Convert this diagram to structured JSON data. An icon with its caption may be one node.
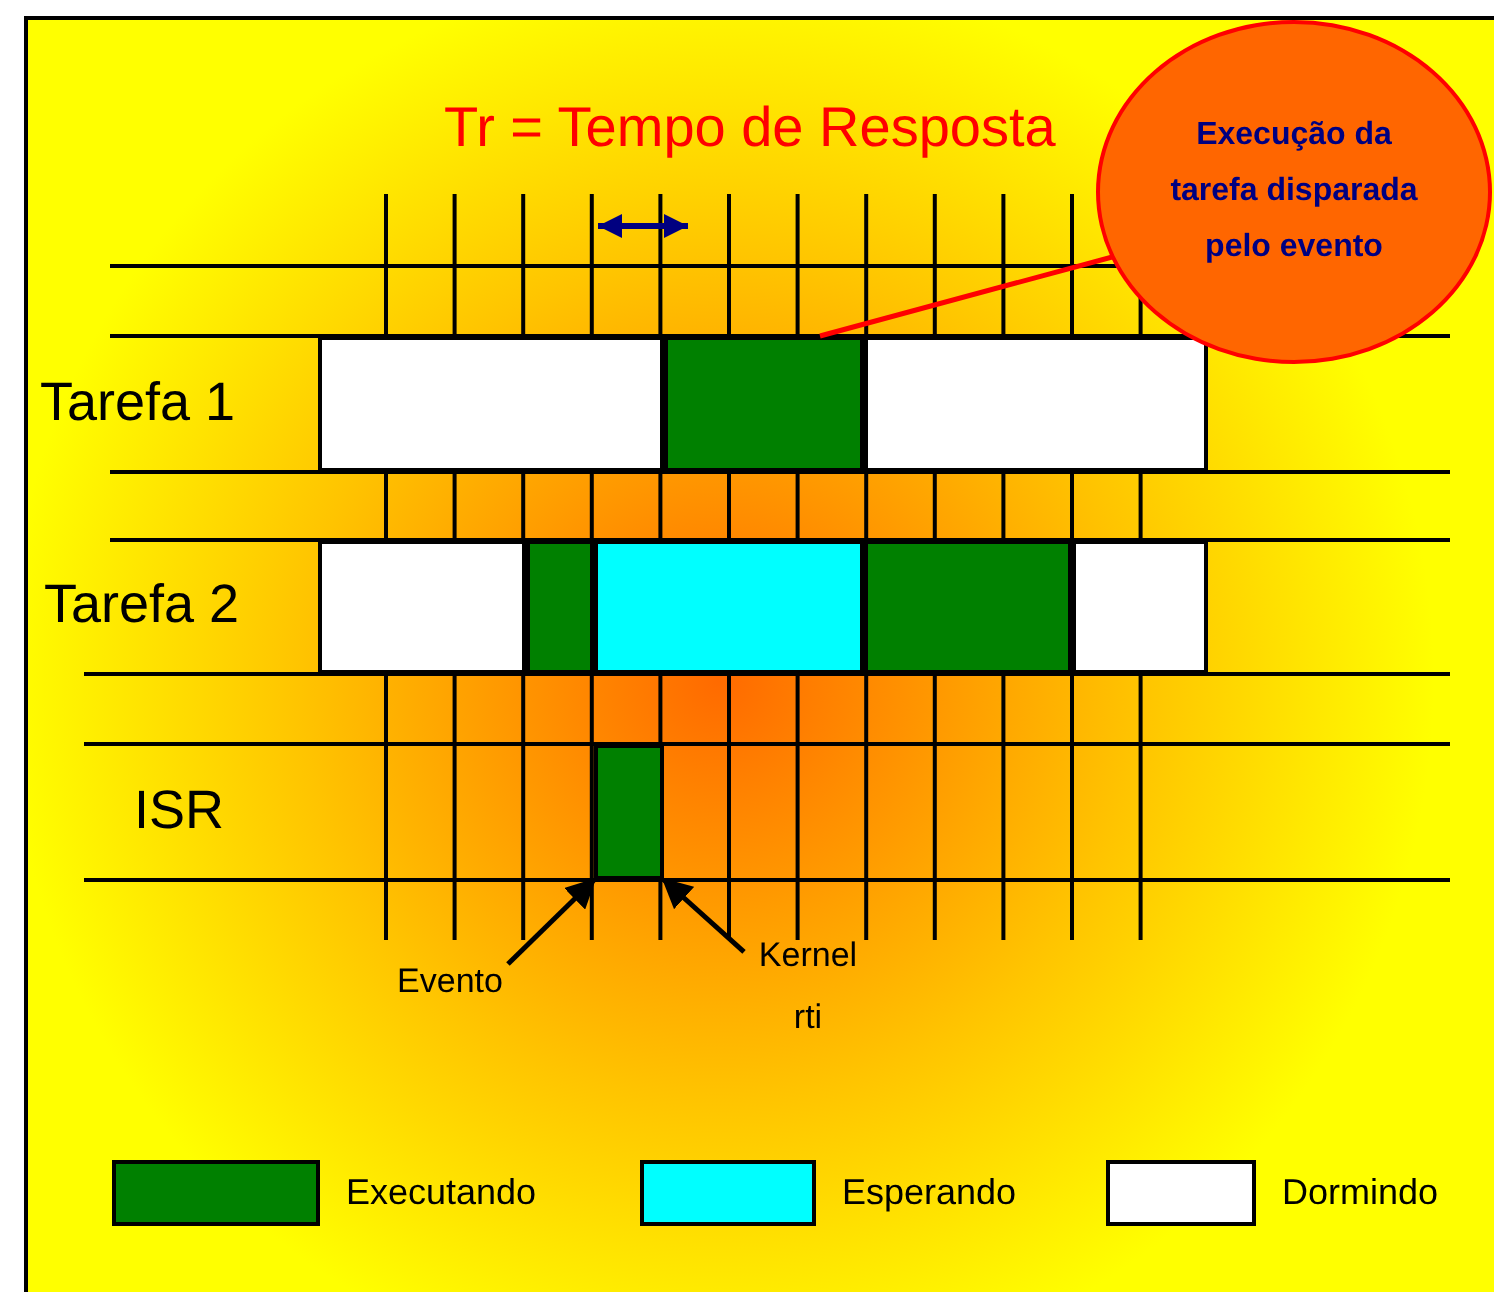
{
  "diagram": {
    "title": "Tr = Tempo de Resposta",
    "nodes": [
      {
        "text": [
          "Execução da tarefa disparada pelo evento"
        ]
      },
      {
        "text": [],
        "shape": "box"
      },
      {
        "text": [],
        "shape": "box"
      },
      {
        "text": [],
        "shape": "box"
      },
      {
        "text": [],
        "shape": "box"
      },
      {
        "text": [],
        "shape": "box"
      },
      {
        "text": [],
        "shape": "box"
      },
      {
        "text": [],
        "shape": "box"
      },
      {
        "text": [],
        "shape": "box"
      },
      {
        "text": [],
        "shape": "box"
      },
      {
        "text": [
          "Evento"
        ]
      },
      {
        "text": [
          "Kernel rti"
        ]
      }
    ],
    "edges": [
      {
        "from": 0,
        "to": 2,
        "arrow": "none",
        "color": "#ff0000"
      },
      {
        "from": 10,
        "to": 9,
        "arrow": "to"
      },
      {
        "from": 11,
        "to": 9,
        "arrow": "to"
      }
    ],
    "labels": [
      "Tarefa 1",
      "Tarefa 2",
      "ISR"
    ],
    "legend": [
      {
        "text": "Executando",
        "color": "#008000"
      },
      {
        "text": "Esperando",
        "color": "#00ffff"
      },
      {
        "text": "Dormindo",
        "color": "#ffffff"
      }
    ]
  }
}
